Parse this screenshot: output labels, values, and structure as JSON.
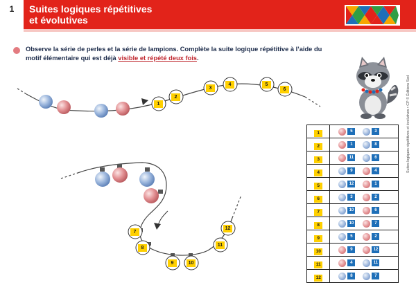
{
  "header": {
    "number": "1",
    "title_line1": "Suites logiques répétitives",
    "title_line2": "et évolutives"
  },
  "instruction": {
    "text": "Observe la série de perles et la série de lampions. Complète la suite logique répétitive à l’aide du motif élémentaire qui est déjà ",
    "underlined": "visible et répété deux fois",
    "end": "."
  },
  "pearls": [
    "1",
    "2",
    "3",
    "4",
    "5",
    "6"
  ],
  "lanterns": [
    "7",
    "8",
    "9",
    "10",
    "11",
    "12"
  ],
  "table": {
    "rows": [
      {
        "label": "1",
        "a_color": "red",
        "a_num": "5",
        "b_color": "blue",
        "b_num": "3"
      },
      {
        "label": "2",
        "a_color": "red",
        "a_num": "1",
        "b_color": "blue",
        "b_num": "8"
      },
      {
        "label": "3",
        "a_color": "red",
        "a_num": "11",
        "b_color": "blue",
        "b_num": "6"
      },
      {
        "label": "4",
        "a_color": "blue",
        "a_num": "9",
        "b_color": "red",
        "b_num": "4"
      },
      {
        "label": "5",
        "a_color": "blue",
        "a_num": "12",
        "b_color": "red",
        "b_num": "1"
      },
      {
        "label": "6",
        "a_color": "blue",
        "a_num": "3",
        "b_color": "red",
        "b_num": "2"
      },
      {
        "label": "7",
        "a_color": "blue",
        "a_num": "10",
        "b_color": "red",
        "b_num": "6"
      },
      {
        "label": "8",
        "a_color": "blue",
        "a_num": "10",
        "b_color": "red",
        "b_num": "7"
      },
      {
        "label": "9",
        "a_color": "blue",
        "a_num": "5",
        "b_color": "red",
        "b_num": "2"
      },
      {
        "label": "10",
        "a_color": "red",
        "a_num": "9",
        "b_color": "red",
        "b_num": "12"
      },
      {
        "label": "11",
        "a_color": "red",
        "a_num": "4",
        "b_color": "blue",
        "b_num": "11"
      },
      {
        "label": "12",
        "a_color": "blue",
        "a_num": "8",
        "b_color": "blue",
        "b_num": "7"
      }
    ]
  },
  "side_text": "Suites logiques répétitives et évolutives • CP © Éditions Sed",
  "colors": {
    "header_red": "#e2231a",
    "label_yellow": "#ffd000",
    "number_blue": "#1e6fb8",
    "pearl_red": "#e28f92",
    "pearl_blue": "#9ab5dc"
  }
}
